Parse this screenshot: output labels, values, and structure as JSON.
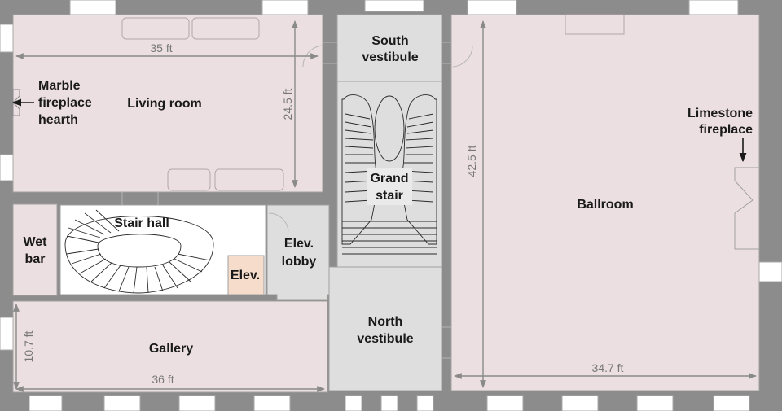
{
  "colors": {
    "wall": "#8c8c8c",
    "room": "#ecdfe2",
    "circulation": "#dedede",
    "elevator": "#f6dccb",
    "window": "#ffffff",
    "dimension": "#8a8a8a",
    "label": "#1a1a1a"
  },
  "rooms": {
    "living_room": "Living room",
    "south_vestibule": [
      "South",
      "vestibule"
    ],
    "grand_stair": [
      "Grand",
      "stair"
    ],
    "ballroom": "Ballroom",
    "stair_hall": "Stair hall",
    "wet_bar": [
      "Wet",
      "bar"
    ],
    "elevator": "Elev.",
    "elevator_lobby": [
      "Elev.",
      "lobby"
    ],
    "north_vestibule": [
      "North",
      "vestibule"
    ],
    "gallery": "Gallery"
  },
  "features": {
    "marble_fireplace": [
      "Marble",
      "fireplace",
      "hearth"
    ],
    "limestone_fireplace": [
      "Limestone",
      "fireplace"
    ]
  },
  "dimensions": {
    "living_room_width": "35 ft",
    "living_room_depth": "24.5 ft",
    "ballroom_depth": "42.5 ft",
    "ballroom_width": "34.7 ft",
    "gallery_depth": "10.7 ft",
    "gallery_width": "36 ft"
  }
}
